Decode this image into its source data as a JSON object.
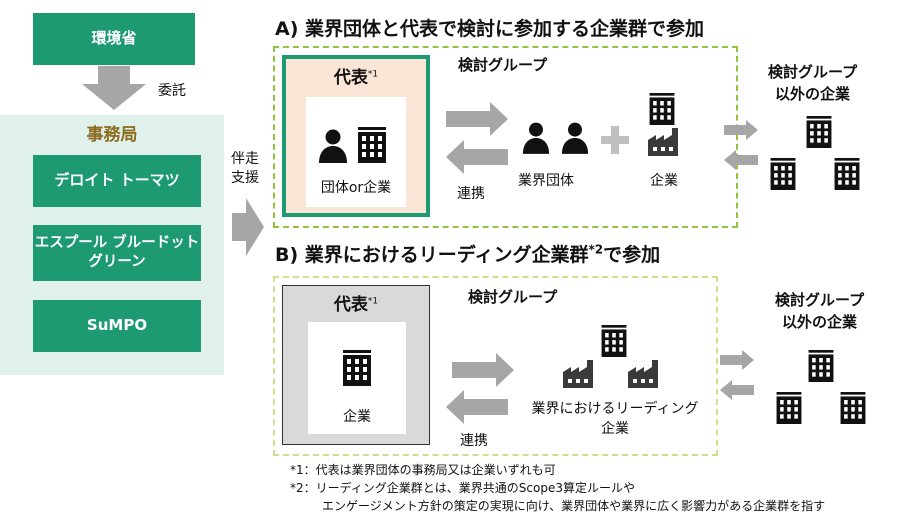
{
  "left": {
    "ministry": "環境省",
    "entrust": "委託",
    "secretariat_title": "事務局",
    "orgs": [
      "デロイト トーマツ",
      "エスプール ブルードット\nグリーン",
      "SuMPO"
    ],
    "support_lines": [
      "伴走",
      "支援"
    ]
  },
  "sectionA": {
    "title": "A) 業界団体と代表で検討に参加する企業群で参加",
    "rep_label": "代表",
    "rep_sup": "*1",
    "rep_caption": "団体or企業",
    "group_label": "検討グループ",
    "link_label": "連携",
    "association_label": "業界団体",
    "company_label": "企業",
    "others_lines": [
      "検討グループ",
      "以外の企業"
    ]
  },
  "sectionB": {
    "title": "B) 業界におけるリーディング企業群",
    "title_sup": "*2",
    "title_suffix": "で参加",
    "rep_label": "代表",
    "rep_sup": "*1",
    "rep_caption": "企業",
    "group_label": "検討グループ",
    "link_label": "連携",
    "leading_lines": [
      "業界におけるリーディング",
      "企業"
    ],
    "others_lines": [
      "検討グループ",
      "以外の企業"
    ]
  },
  "notes": [
    "*1：代表は業界団体の事務局又は企業いずれも可",
    "*2：リーディング企業群とは、業界共通のScope3算定ルールや",
    "エンゲージメント方針の策定の実現に向け、業界団体や業界に広く影響力がある企業群を指す"
  ],
  "colors": {
    "green": "#1e9a73",
    "panel": "#dff1ea",
    "gold": "#8a6d1f",
    "dashA": "#93c23e",
    "dashB": "#cfe08c",
    "repA_bg": "#fbe5d6",
    "repB_bg": "#d9d9d9",
    "arrow": "#a6a6a6"
  },
  "icons": [
    "building-icon",
    "person-icon",
    "factory-icon",
    "plus-icon",
    "arrow-icon"
  ]
}
